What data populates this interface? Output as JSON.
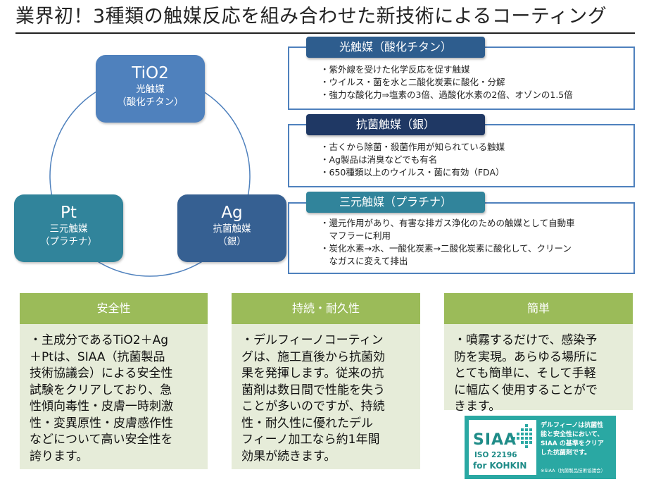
{
  "title": "業界初！3種類の触媒反応を組み合わせた新技術によるコーティング",
  "cycle": {
    "nodes": [
      {
        "symbol": "TiO2",
        "line1": "光触媒",
        "line2": "（酸化チタン）",
        "color": "#4f81bd"
      },
      {
        "symbol": "Pt",
        "line1": "三元触媒",
        "line2": "（プラチナ）",
        "color": "#31849b"
      },
      {
        "symbol": "Ag",
        "line1": "抗菌触媒",
        "line2": "（銀）",
        "color": "#366092"
      }
    ],
    "ring_color": "#4f81bd"
  },
  "catalysts": [
    {
      "header": "光触媒（酸化チタン）",
      "items": [
        "・紫外線を受けた化学反応を促す触媒",
        "・ウイルス・菌を水と二酸化炭素に酸化・分解",
        "・強力な酸化力⇒塩素の3倍、過酸化水素の2倍、オゾンの1.5倍"
      ]
    },
    {
      "header": "抗菌触媒（銀）",
      "items": [
        "・古くから除菌・殺菌作用が知られている触媒",
        "・Ag製品は消臭などでも有名",
        "・650種類以上のウイルス・菌に有効（FDA）"
      ]
    },
    {
      "header": "三元触媒（プラチナ）",
      "items": [
        "・還元作用があり、有害な排ガス浄化のための触媒として自動車\n　マフラーに利用",
        "・炭化水素→水、一酸化炭素→二酸化炭素に酸化して、クリーン\n　なガスに変えて排出"
      ]
    }
  ],
  "features": [
    {
      "header": "安全性",
      "body": "・主成分であるTiO2＋Ag\n＋Ptは、SIAA（抗菌製品\n技術協議会）による安全性\n試験をクリアしており、急\n性傾向毒性・皮膚一時刺激\n性・変異原性・皮膚感作性\nなどについて高い安全性を\n誇ります。"
    },
    {
      "header": "持続・耐久性",
      "body": "・デルフィーノコーティン\nグは、施工直後から抗菌効\n果を発揮します。従来の抗\n菌剤は数日間で性能を失う\nことが多いのですが、持続\n性・耐久性に優れたデル\nフィーノ加工なら約1年間\n効果が続きます。"
    },
    {
      "header": "簡単",
      "body": "・噴霧するだけで、感染予\n防を実現。あらゆる場所に\nとても簡単に、そして手軽\nに幅広く使用することがで\nきます。"
    }
  ],
  "siaa": {
    "mark": "SIAA",
    "iso": "ISO 22196",
    "kohkin": "for KOHKIN",
    "text": "デルフィーノは抗菌性\n能と安全性において、\nSIAA の基準をクリア\nした抗菌剤です。",
    "note": "※SIAA（抗菌製品技術協議会）"
  }
}
